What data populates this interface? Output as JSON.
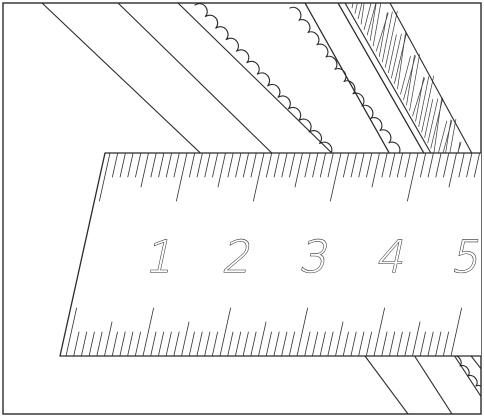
{
  "ruler": {
    "numbers": [
      "1",
      "2",
      "3",
      "4",
      "5"
    ]
  },
  "colors": {
    "line": "#2b2b2b",
    "background": "#ffffff"
  }
}
